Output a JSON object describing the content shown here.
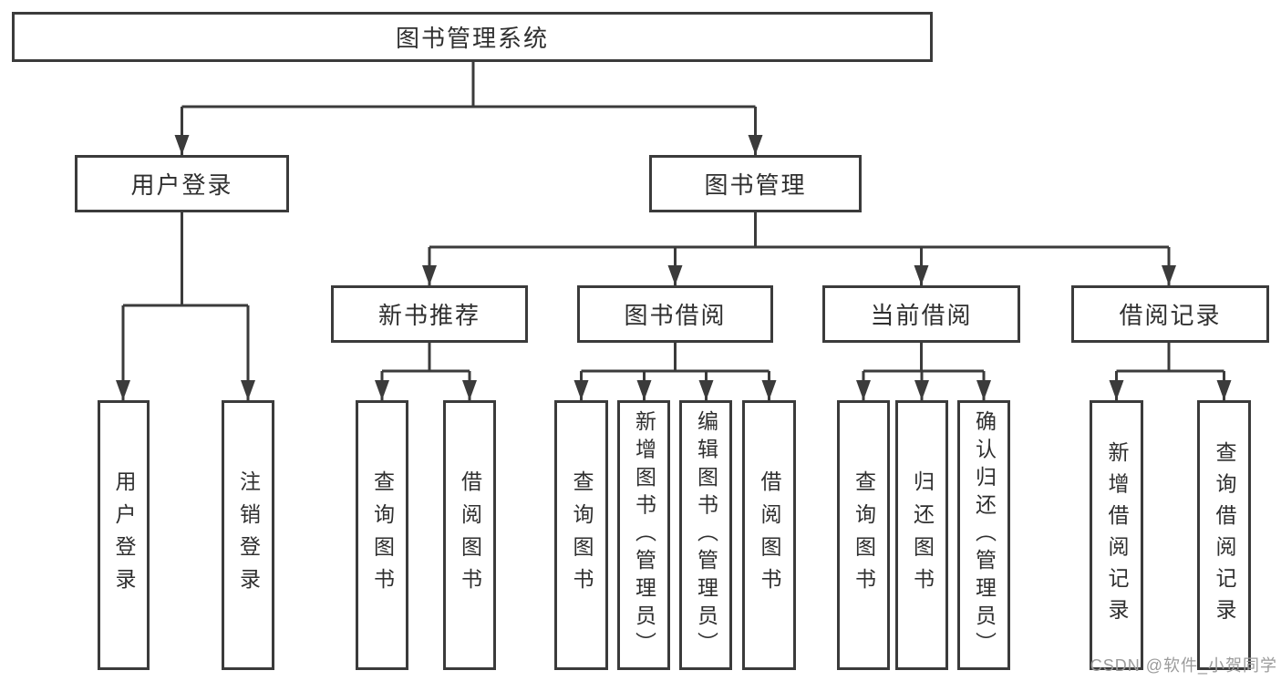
{
  "tree": {
    "root": {
      "label": "图书管理系统",
      "children": [
        {
          "label": "用户登录",
          "children": [
            {
              "label": "用户登录"
            },
            {
              "label": "注销登录"
            }
          ]
        },
        {
          "label": "图书管理",
          "children": [
            {
              "label": "新书推荐",
              "children": [
                {
                  "label": "查询图书"
                },
                {
                  "label": "借阅图书"
                }
              ]
            },
            {
              "label": "图书借阅",
              "children": [
                {
                  "label": "查询图书"
                },
                {
                  "label": "新增图书（管理员）"
                },
                {
                  "label": "编辑图书（管理员）"
                },
                {
                  "label": "借阅图书"
                }
              ]
            },
            {
              "label": "当前借阅",
              "children": [
                {
                  "label": "查询图书"
                },
                {
                  "label": "归还图书"
                },
                {
                  "label": "确认归还（管理员）"
                }
              ]
            },
            {
              "label": "借阅记录",
              "children": [
                {
                  "label": "新增借阅记录"
                },
                {
                  "label": "查询借阅记录"
                }
              ]
            }
          ]
        }
      ]
    }
  },
  "watermark": {
    "text": "CSDN @软件_小贺同学"
  },
  "colors": {
    "line": "#3b3b3b",
    "box_border": "#3b3b3b",
    "text": "#2f2f2f",
    "watermark": "#9b9b9b",
    "background": "#ffffff"
  }
}
